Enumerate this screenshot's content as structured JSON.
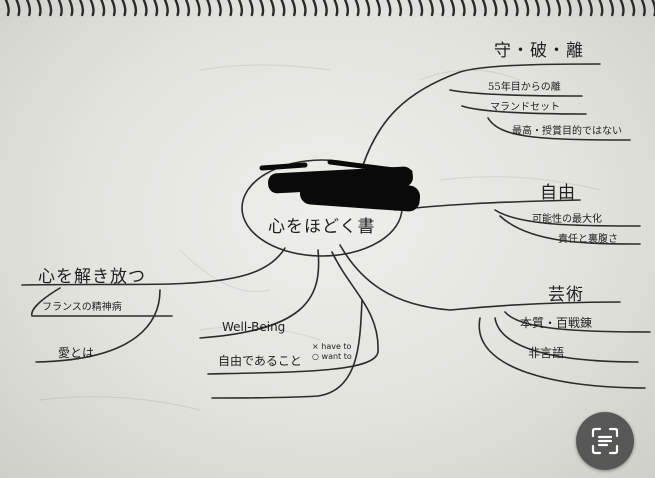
{
  "center": {
    "title": "心をほどく書"
  },
  "branches": {
    "shuhari": {
      "title": "守・破・離",
      "items": [
        "55年目からの離",
        "マランドセット",
        "最高・授賞目的ではない"
      ]
    },
    "jiyu": {
      "title": "自由",
      "items": [
        "可能性の最大化",
        "責任と裏腹さ"
      ]
    },
    "geijutsu": {
      "title": "芸術",
      "items": [
        "本質・百戦錬",
        "非言語"
      ]
    },
    "kaihou": {
      "title": "心を解き放つ",
      "items": [
        "フランスの精神病",
        "愛とは"
      ]
    },
    "wellbeing": {
      "title": "Well-Being",
      "item": "自由であること",
      "note_have": "× have to",
      "note_want": "○ want to"
    }
  },
  "tool": {
    "icon": "text-scan-icon"
  },
  "colors": {
    "ink": "#2c2c2c",
    "paper": "#e8e8e4",
    "redaction": "#0a0a0a"
  }
}
